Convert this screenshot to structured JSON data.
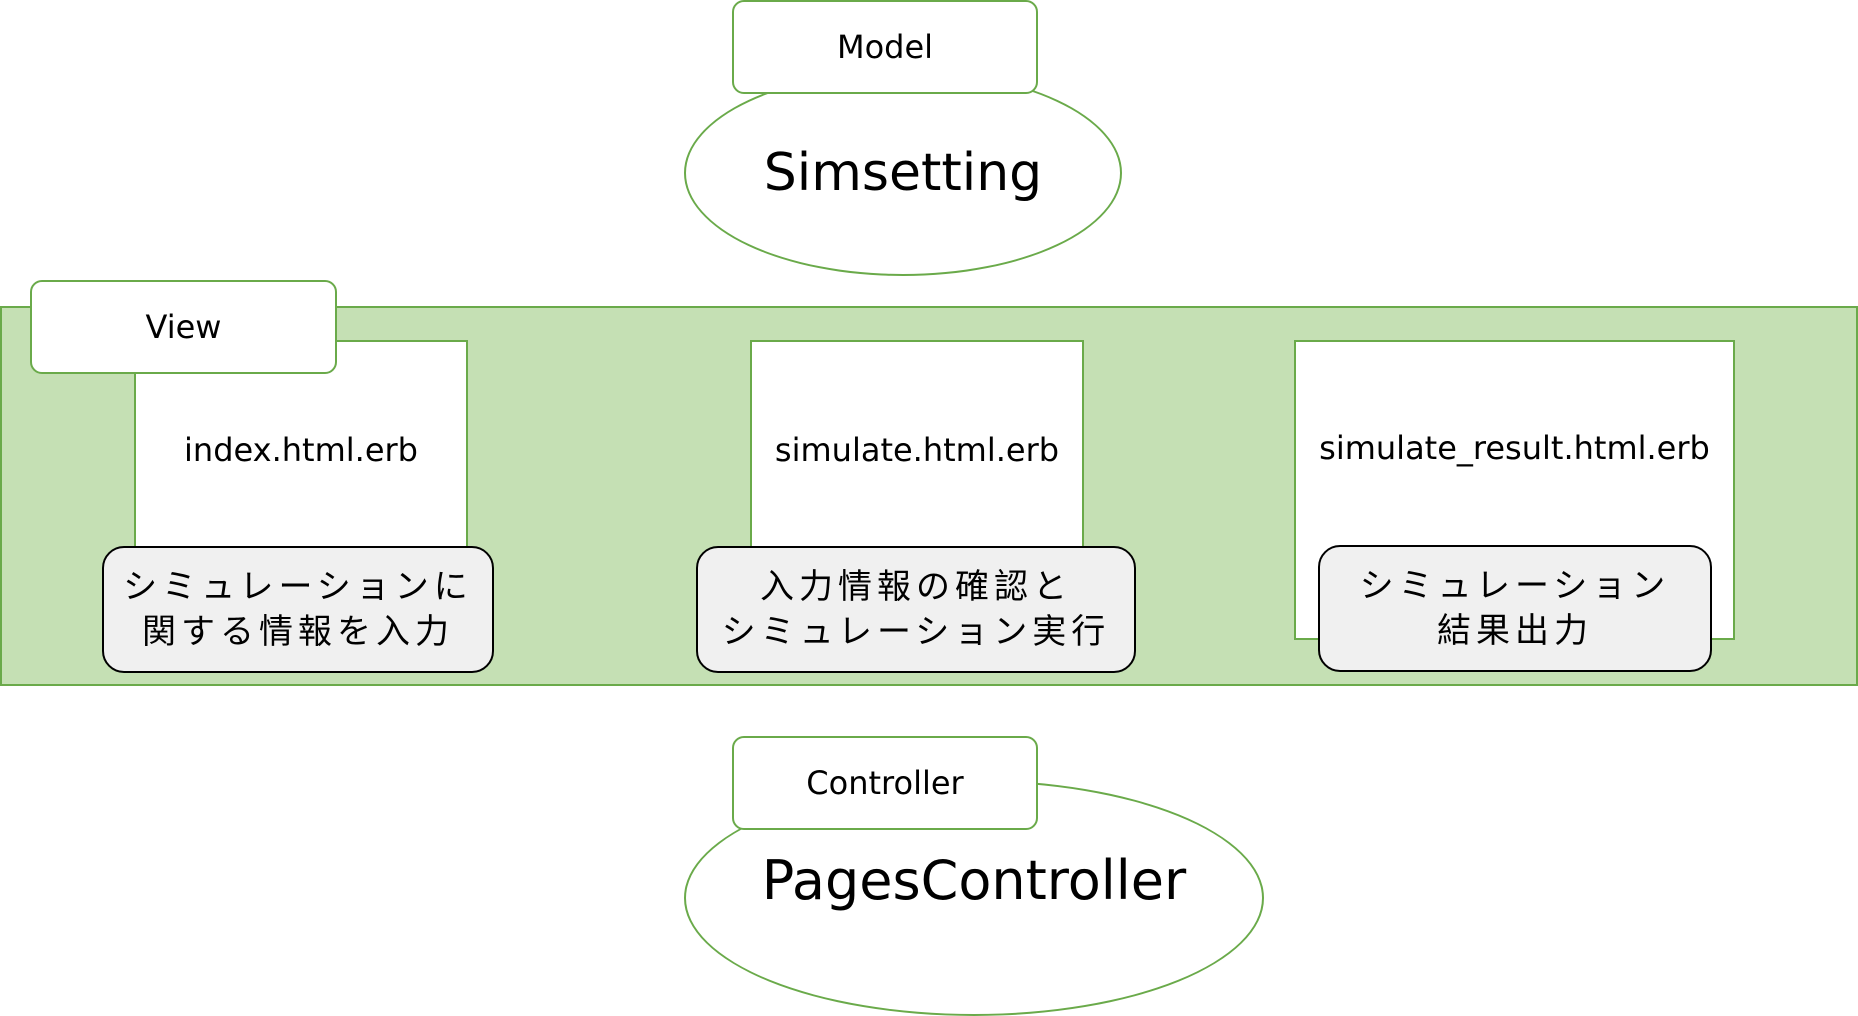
{
  "model": {
    "tag": "Model",
    "name": "Simsetting"
  },
  "view": {
    "tag": "View",
    "files": [
      {
        "name": "index.html.erb",
        "desc_lines": [
          "シミュレーションに",
          "関する情報を入力"
        ]
      },
      {
        "name": "simulate.html.erb",
        "desc_lines": [
          "入力情報の確認と",
          "シミュレーション実行"
        ]
      },
      {
        "name": "simulate_result.html.erb",
        "desc_lines": [
          "シミュレーション",
          "結果出力"
        ]
      }
    ]
  },
  "controller": {
    "tag": "Controller",
    "name": "PagesController"
  },
  "colors": {
    "accent_border": "#6aaa4a",
    "band_fill": "#c5e0b4",
    "desc_fill": "#f0f0f0"
  }
}
